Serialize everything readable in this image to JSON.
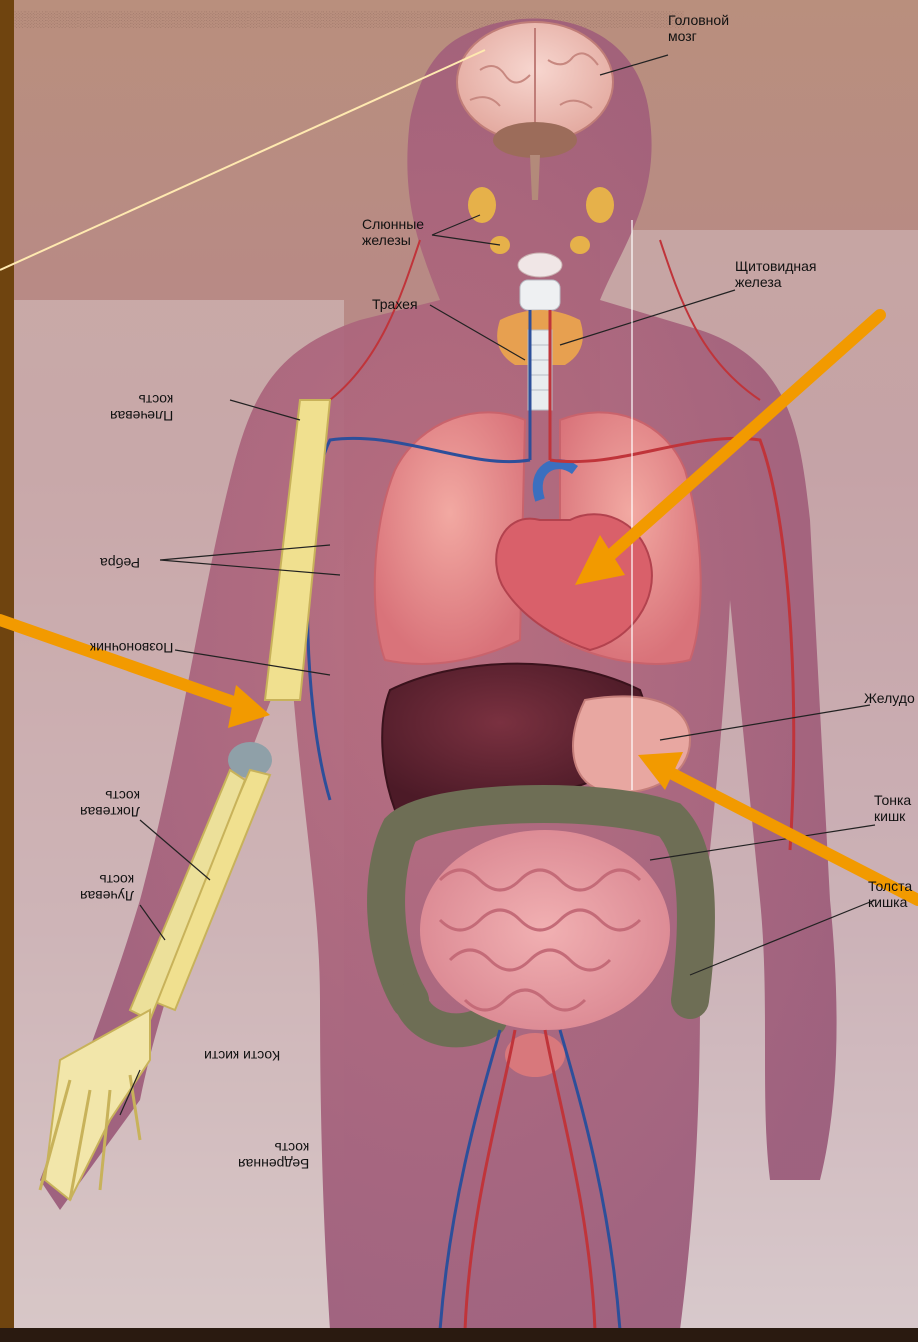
{
  "labels": {
    "brain": "Головной\nмозг",
    "salivary": "Слюнные\nжелезы",
    "thyroid": "Щитовидная\nжелеза",
    "trachea": "Трахея",
    "stomach": "Желудо",
    "small_intestine": "Тонка\nкишк",
    "large_intestine": "Толста\nкишка",
    "humerus": "Плечевая\nкость",
    "ribs": "Ребра",
    "spine": "Позвоночник",
    "ulna": "Локтевая\nкость",
    "radius": "Лучевая\nкость",
    "hand_bones": "Кости кисти",
    "femur": "Бедренная\nкость"
  },
  "colors": {
    "frame": "#6f440f",
    "arrow": "#f29a00",
    "pointer_line": "#ffe9b0"
  },
  "arrows": [
    {
      "name": "arrow-to-heart"
    },
    {
      "name": "arrow-to-elbow"
    },
    {
      "name": "arrow-to-stomach"
    }
  ]
}
